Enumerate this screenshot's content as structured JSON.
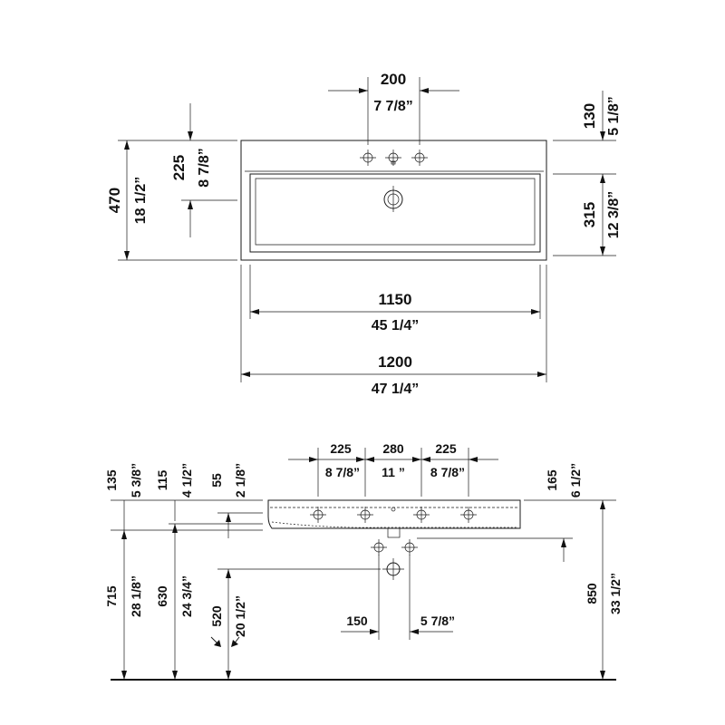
{
  "top_view": {
    "tap_spacing": {
      "mm": "200",
      "inch": "7 7/8”"
    },
    "rim_to_bowl": {
      "mm": "130",
      "inch": "5 1/8”"
    },
    "depth": {
      "mm": "470",
      "inch": "18 1/2”"
    },
    "tap_depth": {
      "mm": "225",
      "inch": "8 7/8”"
    },
    "bowl_depth": {
      "mm": "315",
      "inch": "12 3/8”"
    },
    "bowl_width": {
      "mm": "1150",
      "inch": "45 1/4”"
    },
    "overall_width": {
      "mm": "1200",
      "inch": "47 1/4”"
    }
  },
  "front_view": {
    "tap_left": {
      "mm": "225",
      "inch": "8 7/8”"
    },
    "tap_center": {
      "mm": "280",
      "inch": "11 ”"
    },
    "tap_right": {
      "mm": "225",
      "inch": "8 7/8”"
    },
    "h135": {
      "mm": "135",
      "inch": "5 3/8”"
    },
    "h115": {
      "mm": "115",
      "inch": "4 1/2”"
    },
    "h55": {
      "mm": "55",
      "inch": "2 1/8”"
    },
    "h165": {
      "mm": "165",
      "inch": "6 1/2”"
    },
    "h715": {
      "mm": "715",
      "inch": "28 1/8”"
    },
    "h630": {
      "mm": "630",
      "inch": "24 3/4”"
    },
    "h520": {
      "mm": "520",
      "inch": "20 1/2”"
    },
    "h850": {
      "mm": "850",
      "inch": "33 1/2”"
    },
    "trap_spacing": {
      "mm": "150",
      "inch": "5 7/8”"
    }
  }
}
